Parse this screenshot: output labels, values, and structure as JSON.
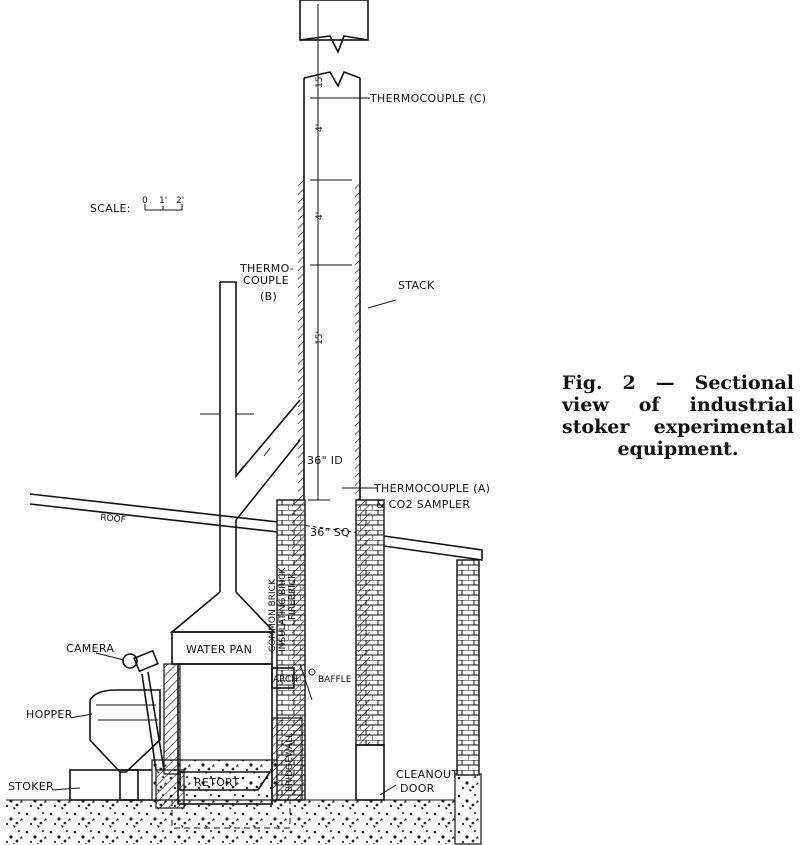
{
  "caption": "Fig. 2 — Sectional view of industrial stoker experimental equipment.",
  "scale": {
    "label": "SCALE:",
    "ticks": [
      "0",
      "1'",
      "2'"
    ]
  },
  "labels": {
    "thermocouple_c": "THERMOCOUPLE (C)",
    "thermocouple_b_1": "THERMO-",
    "thermocouple_b_2": "COUPLE",
    "thermocouple_b_3": "(B)",
    "stack": "STACK",
    "thermocouple_a": "THERMOCOUPLE (A)",
    "co2_sampler": "& CO2 SAMPLER",
    "roof": "ROOF",
    "camera": "CAMERA",
    "water_pan": "WATER PAN",
    "hopper": "HOPPER",
    "arch": "ARCH",
    "baffle": "BAFFLE",
    "retort": "RETORT",
    "stoker": "STOKER",
    "bridge_wall": "BRIDGEWALL",
    "cleanout_door_1": "CLEANOUT",
    "cleanout_door_2": "DOOR",
    "firebrick": "FIREBRICK",
    "insulating_brick": "INSULATING BRICK",
    "common_brick": "COMMON BRICK"
  },
  "dimensions": {
    "d15_top": "15'",
    "d4_top": "4'",
    "d4_mid": "4'",
    "d15_mid": "15'",
    "d36_id": "36\" ID",
    "d36_sq": "36\" SQ"
  }
}
